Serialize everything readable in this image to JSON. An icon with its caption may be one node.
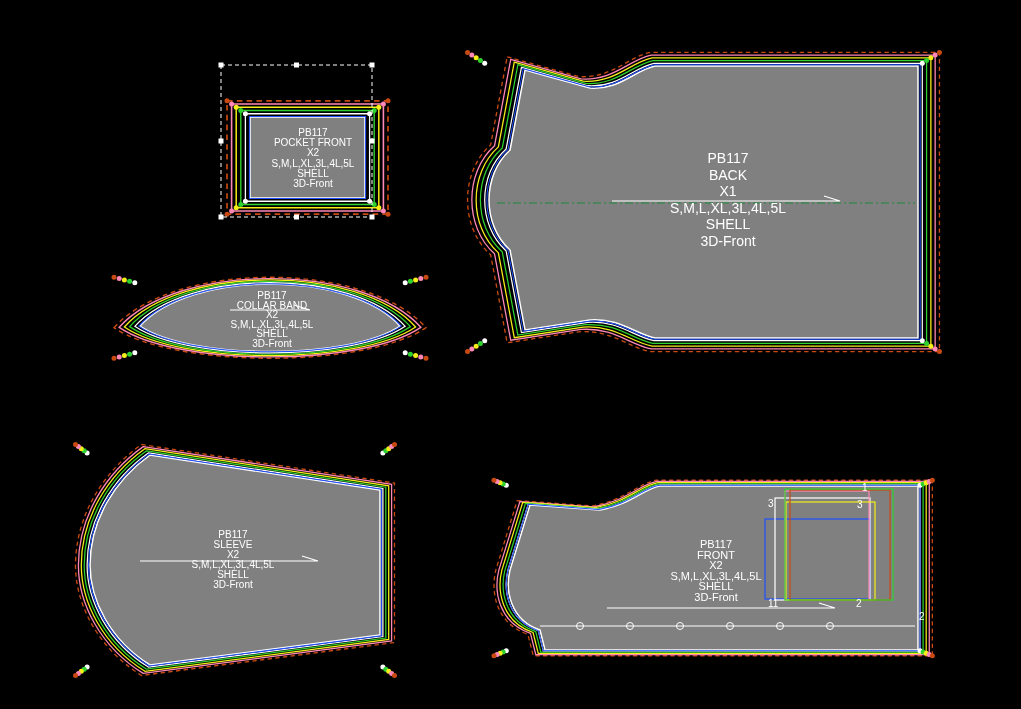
{
  "diagram": {
    "nodes": [
      {
        "text": [
          "PB117",
          "POCKET FRONT",
          "X2",
          "S,M,L,XL,3L,4L,5L",
          "SHELL",
          "3D-Front"
        ]
      },
      {
        "text": [
          "PB117",
          "BACK",
          "X1",
          "S,M,L,XL,3L,4L,5L",
          "SHELL",
          "3D-Front"
        ]
      },
      {
        "text": [
          "PB117",
          "COLLAR BAND",
          "X2",
          "S,M,L,XL,3L,4L,5L",
          "SHELL",
          "3D-Front"
        ]
      },
      {
        "text": [
          "PB117",
          "SLEEVE",
          "X2",
          "S,M,L,XL,3L,4L,5L",
          "SHELL",
          "3D-Front"
        ]
      },
      {
        "text": [
          "PB117",
          "FRONT",
          "X2",
          "S,M,L,XL,3L,4L,5L",
          "SHELL",
          "3D-Front"
        ]
      }
    ],
    "labels": [
      "1",
      "3",
      "3",
      "11",
      "2",
      "2"
    ]
  }
}
